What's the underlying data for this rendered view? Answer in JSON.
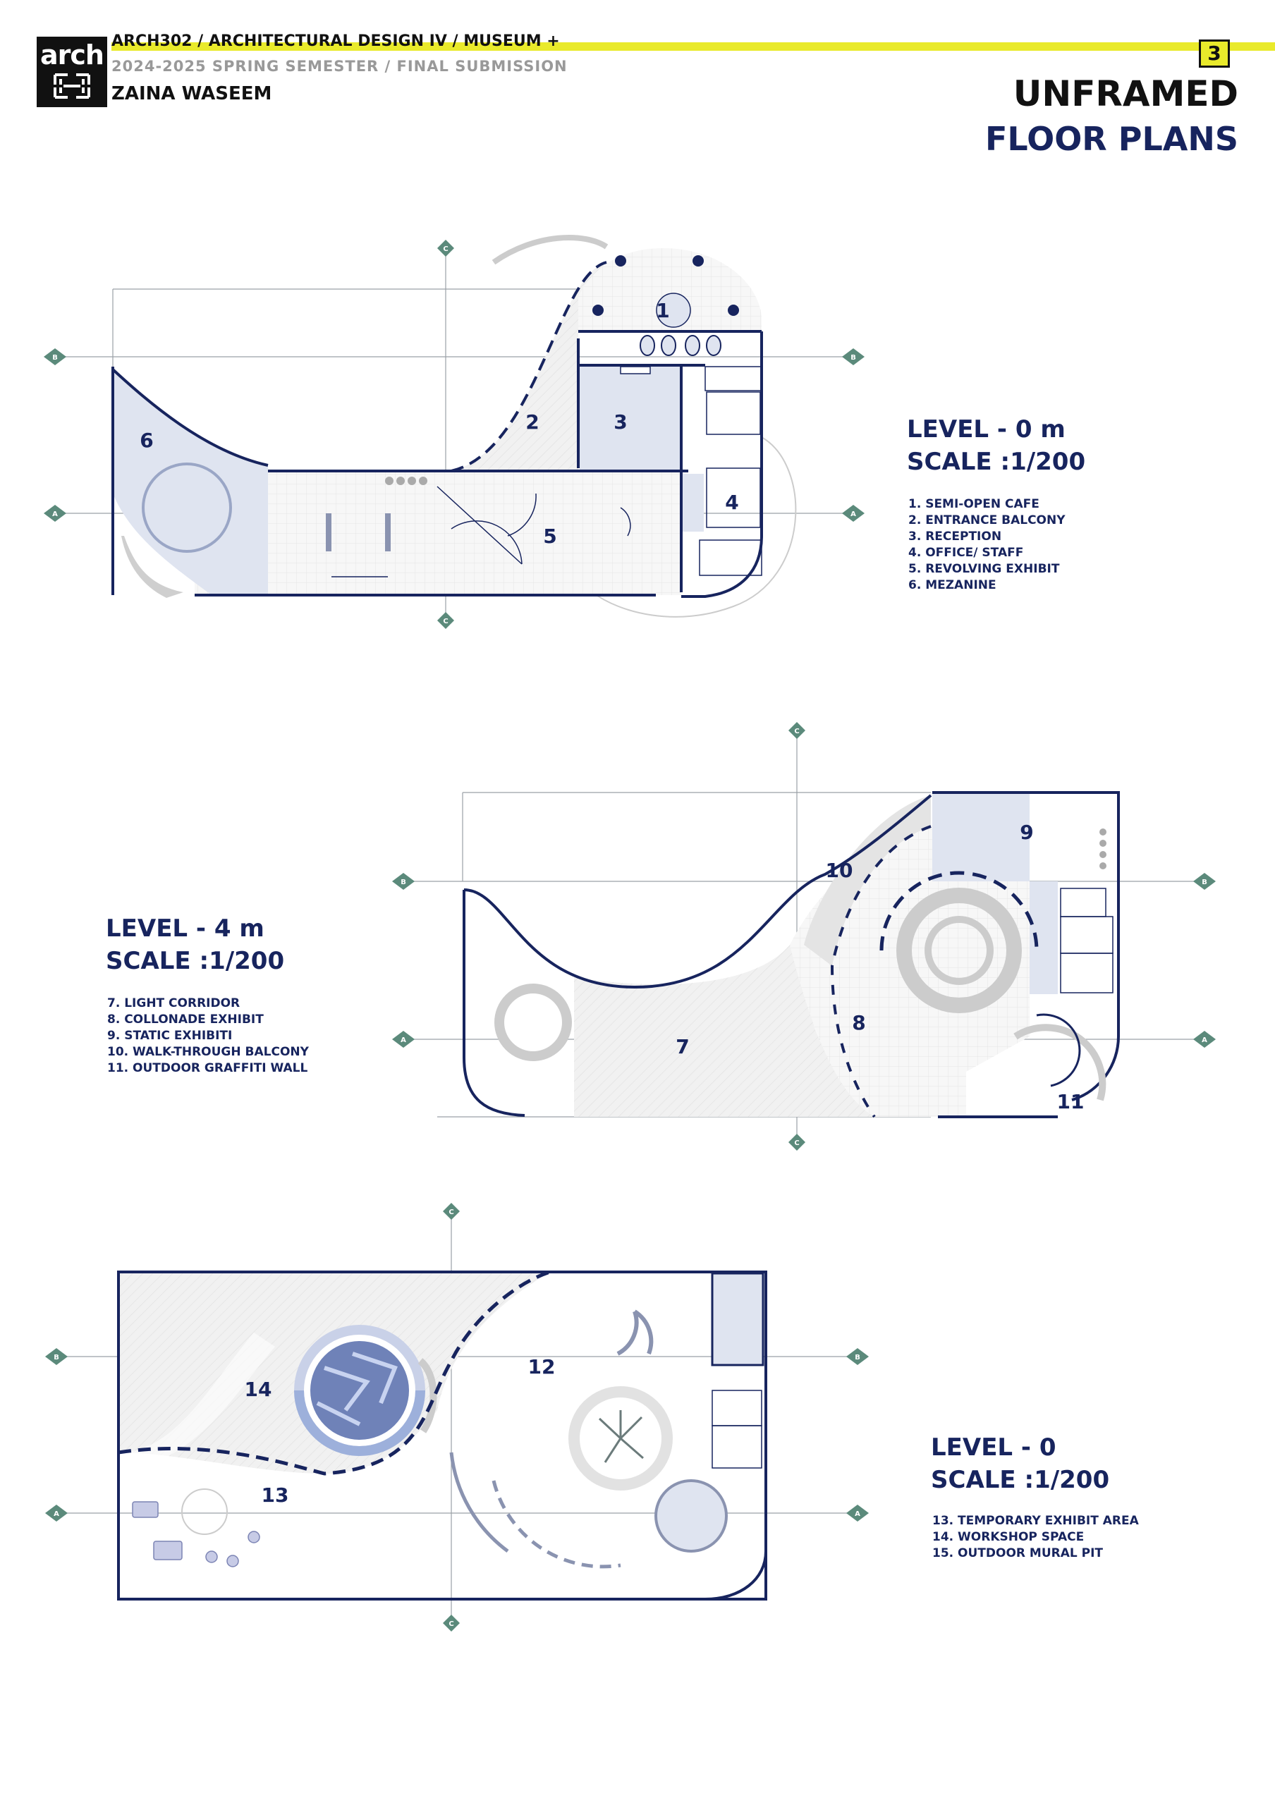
{
  "header": {
    "logo_text": "arch",
    "course": "ARCH302 / ARCHITECTURAL DESIGN IV / MUSEUM +",
    "semester": "2024-2025 SPRING SEMESTER / FINAL SUBMISSION",
    "author": "ZAINA WASEEM",
    "page_number": "3",
    "title": "UNFRAMED",
    "subtitle": "FLOOR PLANS"
  },
  "colors": {
    "navy": "#17245e",
    "accent": "#e9ea2b",
    "room_fill": "#dfe4f0",
    "hatch": "#e6e6e6",
    "marker": "#5b8a7b"
  },
  "grid_labels": {
    "a": "A",
    "b": "B",
    "c": "C"
  },
  "plans": [
    {
      "level": "LEVEL - 0 m",
      "scale": "SCALE :1/200",
      "legend": [
        "1. SEMI-OPEN CAFE",
        "2. ENTRANCE BALCONY",
        "3. RECEPTION",
        "4. OFFICE/ STAFF",
        "5. REVOLVING EXHIBIT",
        "6. MEZANINE"
      ],
      "rooms": [
        "1",
        "2",
        "3",
        "4",
        "5",
        "6"
      ]
    },
    {
      "level": "LEVEL - 4 m",
      "scale": "SCALE :1/200",
      "legend": [
        "7. LIGHT CORRIDOR",
        "8. COLLONADE EXHIBIT",
        "9. STATIC EXHIBITI",
        "10. WALK-THROUGH BALCONY",
        "11. OUTDOOR GRAFFITI WALL"
      ],
      "rooms": [
        "7",
        "8",
        "9",
        "10",
        "11"
      ]
    },
    {
      "level": "LEVEL - 0",
      "scale": "SCALE :1/200",
      "legend": [
        "13. TEMPORARY EXHIBIT AREA",
        "14. WORKSHOP SPACE",
        "15. OUTDOOR MURAL PIT"
      ],
      "rooms": [
        "12",
        "13",
        "14"
      ]
    }
  ]
}
